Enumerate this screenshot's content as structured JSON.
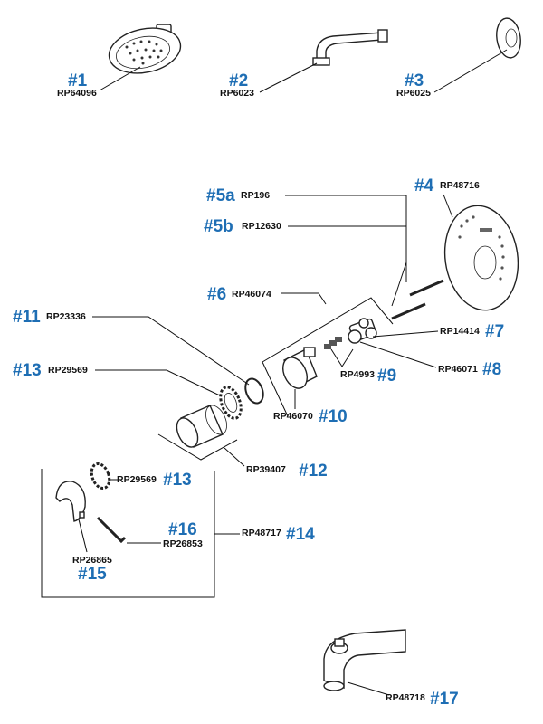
{
  "colors": {
    "accent": "#1e6eb4",
    "ink": "#111111",
    "background": "#ffffff"
  },
  "callouts": [
    {
      "id": "1",
      "num": "#1",
      "part": "RP64096"
    },
    {
      "id": "2",
      "num": "#2",
      "part": "RP6023"
    },
    {
      "id": "3",
      "num": "#3",
      "part": "RP6025"
    },
    {
      "id": "4",
      "num": "#4",
      "part": "RP48716"
    },
    {
      "id": "5a",
      "num": "#5a",
      "part": "RP196"
    },
    {
      "id": "5b",
      "num": "#5b",
      "part": "RP12630"
    },
    {
      "id": "6",
      "num": "#6",
      "part": "RP46074"
    },
    {
      "id": "7",
      "num": "#7",
      "part": "RP14414"
    },
    {
      "id": "8",
      "num": "#8",
      "part": "RP46071"
    },
    {
      "id": "9",
      "num": "#9",
      "part": "RP4993"
    },
    {
      "id": "10",
      "num": "#10",
      "part": "RP46070"
    },
    {
      "id": "11",
      "num": "#11",
      "part": "RP23336"
    },
    {
      "id": "12",
      "num": "#12",
      "part": "RP39407"
    },
    {
      "id": "13a",
      "num": "#13",
      "part": "RP29569"
    },
    {
      "id": "13b",
      "num": "#13",
      "part": "RP29569"
    },
    {
      "id": "14",
      "num": "#14",
      "part": "RP48717"
    },
    {
      "id": "15",
      "num": "#15",
      "part": "RP26865"
    },
    {
      "id": "16",
      "num": "#16",
      "part": "RP26853"
    },
    {
      "id": "17",
      "num": "#17",
      "part": "RP48718"
    }
  ],
  "icons": [
    "shower-head-icon",
    "shower-arm-icon",
    "flange-icon",
    "trim-plate-icon",
    "screw-icon",
    "stop-valve-icon",
    "cartridge-icon",
    "o-ring-icon",
    "splined-adapter-icon",
    "sleeve-icon",
    "lever-handle-icon",
    "hex-wrench-icon",
    "tub-spout-icon"
  ]
}
